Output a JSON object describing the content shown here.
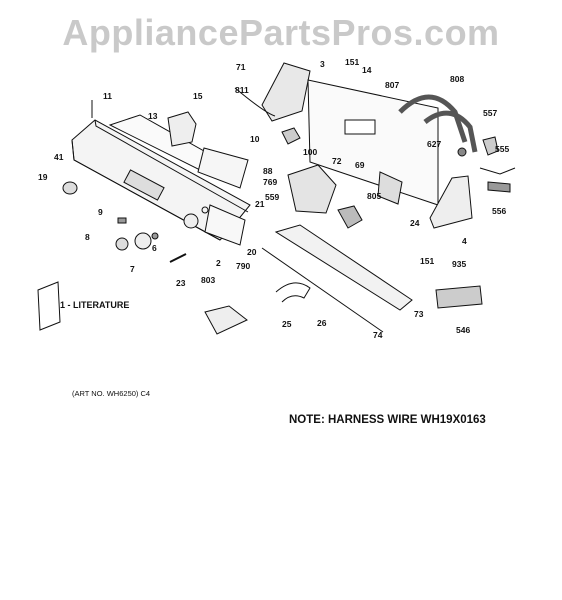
{
  "watermark": "AppliancePartsPros.com",
  "note": "NOTE: HARNESS WIRE WH19X0163",
  "art_number": "(ART NO. WH6250) C4",
  "literature_label": "1 - LITERATURE",
  "callouts": [
    "71",
    "3",
    "151",
    "14",
    "807",
    "808",
    "11",
    "15",
    "811",
    "13",
    "557",
    "10",
    "627",
    "555",
    "41",
    "72",
    "100",
    "19",
    "88",
    "769",
    "69",
    "556",
    "9",
    "559",
    "805",
    "21",
    "24",
    "8",
    "6",
    "4",
    "20",
    "2",
    "7",
    "790",
    "151",
    "935",
    "803",
    "23",
    "73",
    "25",
    "26",
    "74",
    "546"
  ]
}
